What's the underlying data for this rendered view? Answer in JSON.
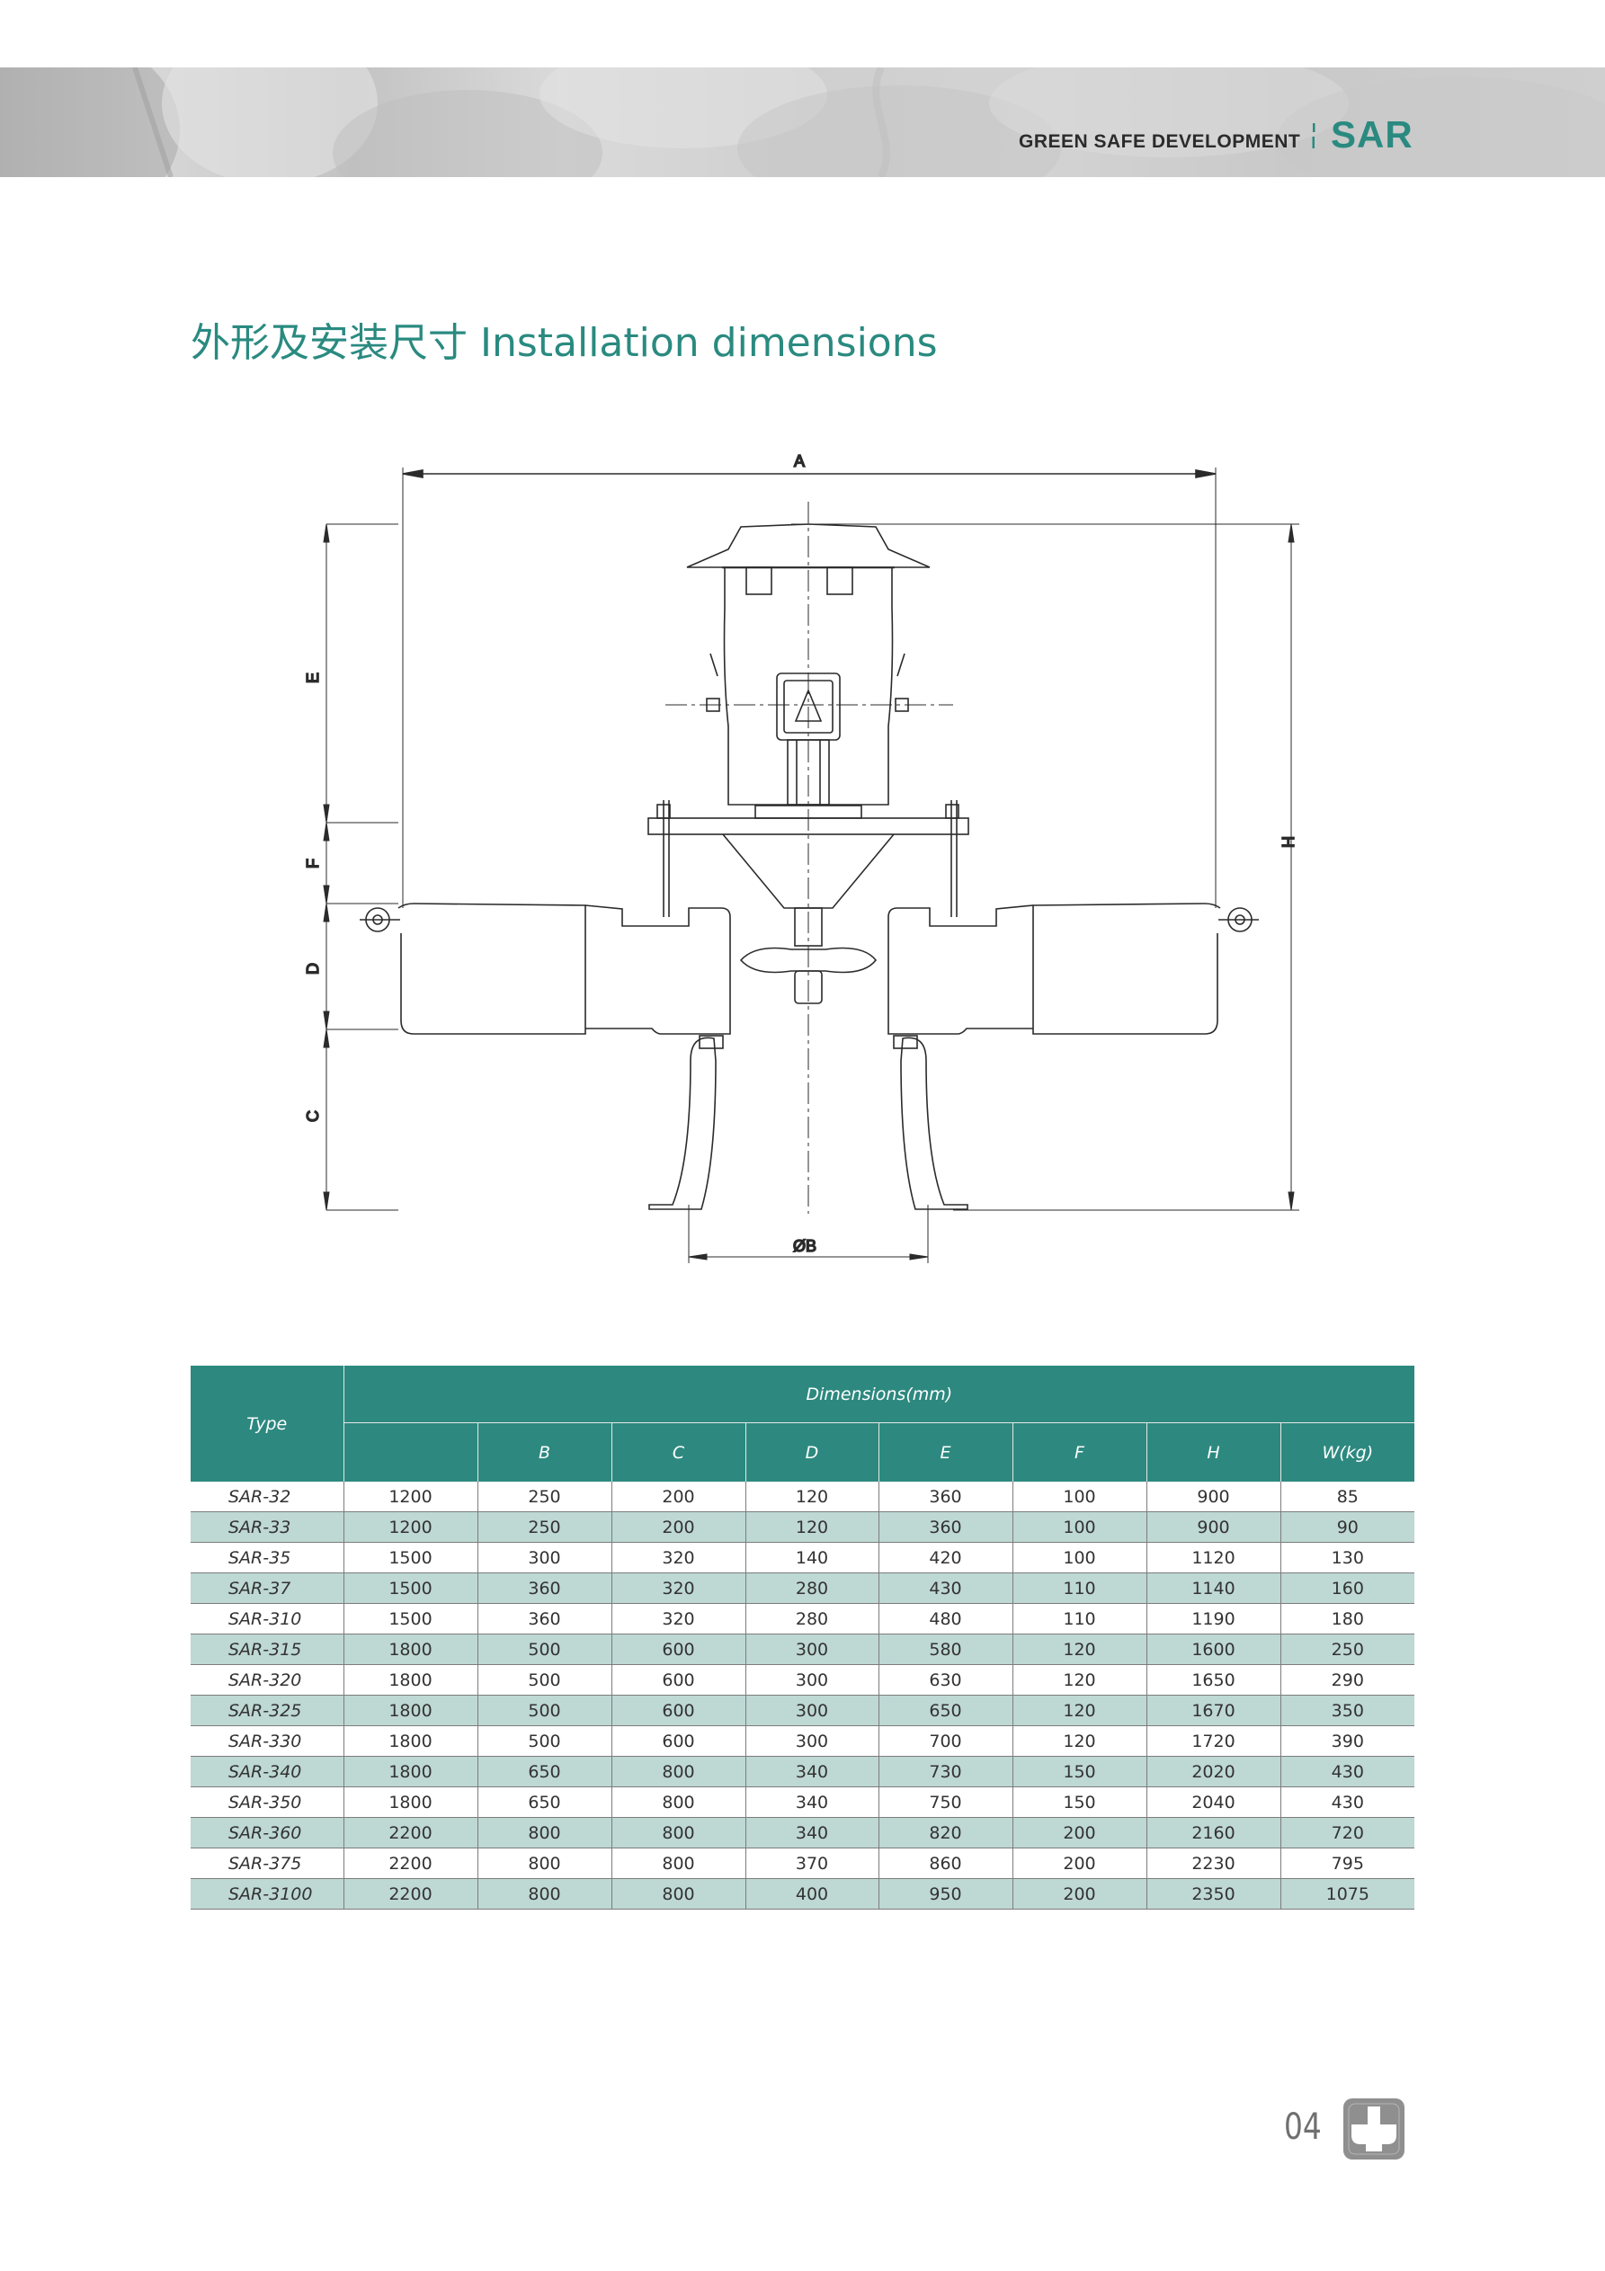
{
  "header": {
    "slogan": "GREEN SAFE DEVELOPMENT",
    "brand": "SAR",
    "brand_color": "#2a8a80"
  },
  "title": "外形及安装尺寸 Installation dimensions",
  "drawing": {
    "dimension_labels": {
      "a": "A",
      "b": "ØB",
      "c": "C",
      "d": "D",
      "e": "E",
      "f": "F",
      "h": "H"
    }
  },
  "table": {
    "type_header": "Type",
    "group_header": "Dimensions(mm)",
    "columns": [
      "",
      "B",
      "C",
      "D",
      "E",
      "F",
      "H",
      "W(kg)"
    ],
    "rows": [
      [
        "SAR-32",
        "1200",
        "250",
        "200",
        "120",
        "360",
        "100",
        "900",
        "85"
      ],
      [
        "SAR-33",
        "1200",
        "250",
        "200",
        "120",
        "360",
        "100",
        "900",
        "90"
      ],
      [
        "SAR-35",
        "1500",
        "300",
        "320",
        "140",
        "420",
        "100",
        "1120",
        "130"
      ],
      [
        "SAR-37",
        "1500",
        "360",
        "320",
        "280",
        "430",
        "110",
        "1140",
        "160"
      ],
      [
        "SAR-310",
        "1500",
        "360",
        "320",
        "280",
        "480",
        "110",
        "1190",
        "180"
      ],
      [
        "SAR-315",
        "1800",
        "500",
        "600",
        "300",
        "580",
        "120",
        "1600",
        "250"
      ],
      [
        "SAR-320",
        "1800",
        "500",
        "600",
        "300",
        "630",
        "120",
        "1650",
        "290"
      ],
      [
        "SAR-325",
        "1800",
        "500",
        "600",
        "300",
        "650",
        "120",
        "1670",
        "350"
      ],
      [
        "SAR-330",
        "1800",
        "500",
        "600",
        "300",
        "700",
        "120",
        "1720",
        "390"
      ],
      [
        "SAR-340",
        "1800",
        "650",
        "800",
        "340",
        "730",
        "150",
        "2020",
        "430"
      ],
      [
        "SAR-350",
        "1800",
        "650",
        "800",
        "340",
        "750",
        "150",
        "2040",
        "430"
      ],
      [
        "SAR-360",
        "2200",
        "800",
        "800",
        "340",
        "820",
        "200",
        "2160",
        "720"
      ],
      [
        "SAR-375",
        "2200",
        "800",
        "800",
        "370",
        "860",
        "200",
        "2230",
        "795"
      ],
      [
        "SAR-3100",
        "2200",
        "800",
        "800",
        "400",
        "950",
        "200",
        "2350",
        "1075"
      ]
    ]
  },
  "footer": {
    "page_number": "04",
    "logo_icon": "pump-cross-logo-icon"
  },
  "colors": {
    "teal": "#2d897f",
    "row_alt": "#bed8d4",
    "banner_gray": "#cccccc"
  }
}
